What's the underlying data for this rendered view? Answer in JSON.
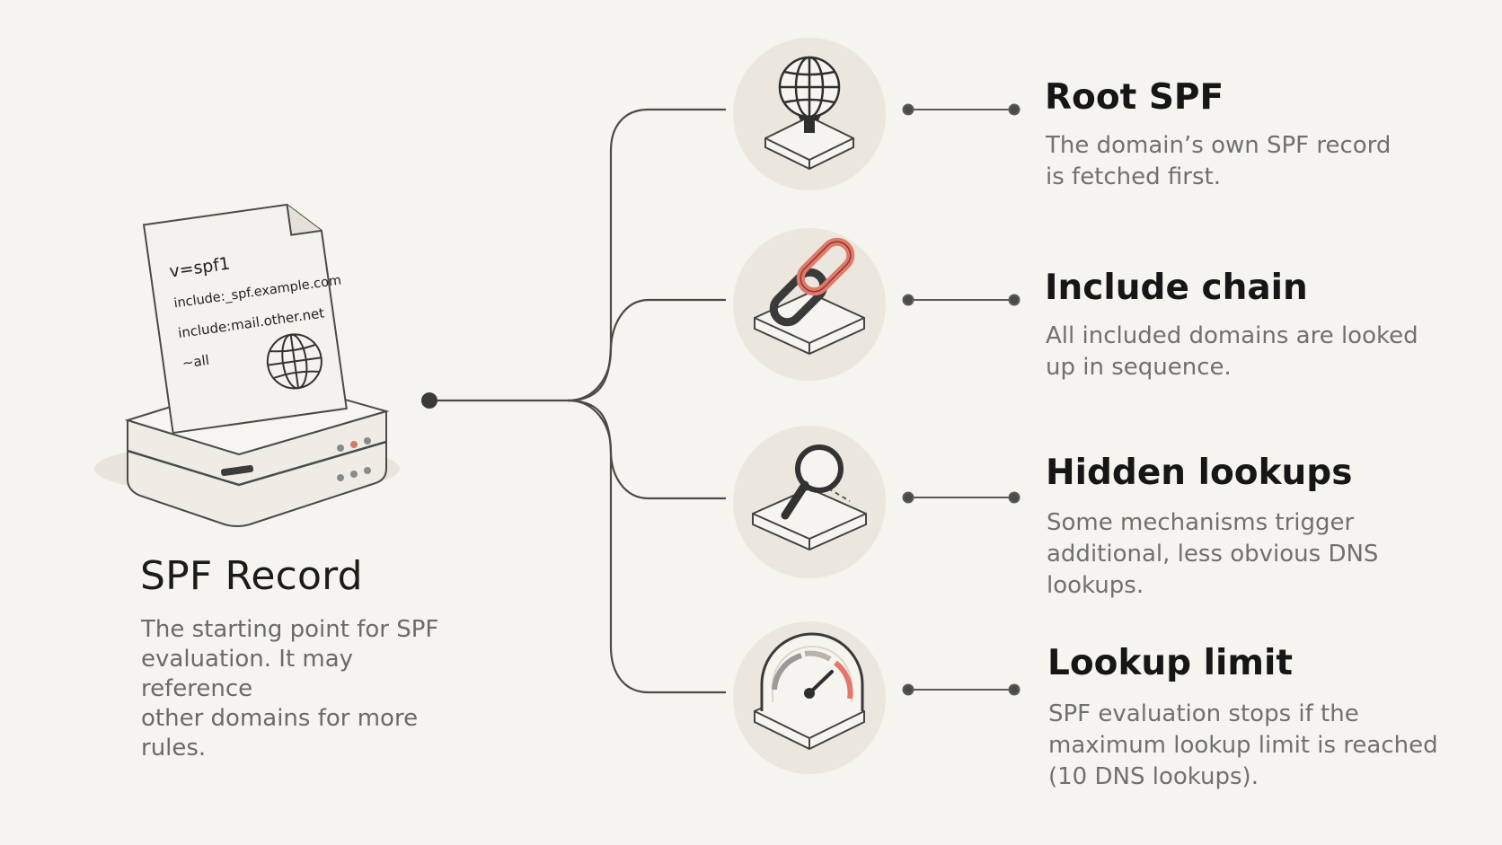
{
  "source": {
    "title": "SPF Record",
    "description_lines": [
      "The starting point for SPF",
      "evaluation. It may reference",
      "other domains for more rules."
    ],
    "record_lines": [
      "v=spf1",
      "include:_spf.example.com",
      "include:mail.other.net",
      "~all"
    ],
    "icons": [
      "document-icon",
      "globe-icon",
      "server-icon"
    ]
  },
  "items": [
    {
      "title": "Root SPF",
      "icon": "globe-icon",
      "description_lines": [
        "The domain’s own SPF record",
        "is fetched first."
      ]
    },
    {
      "title": "Include chain",
      "icon": "chain-link-icon",
      "description_lines": [
        "All included domains are looked",
        "up in sequence."
      ]
    },
    {
      "title": "Hidden lookups",
      "icon": "magnifier-icon",
      "description_lines": [
        "Some mechanisms trigger",
        "additional, less obvious DNS",
        "lookups."
      ]
    },
    {
      "title": "Lookup limit",
      "icon": "gauge-icon",
      "description_lines": [
        "SPF evaluation stops if the",
        "maximum lookup limit is reached",
        "(10 DNS lookups)."
      ]
    }
  ],
  "colors": {
    "background": "#f6f4ef",
    "line": "#4a4a4a",
    "icon_circle": "#ebe7df",
    "accent": "#e2786a"
  }
}
